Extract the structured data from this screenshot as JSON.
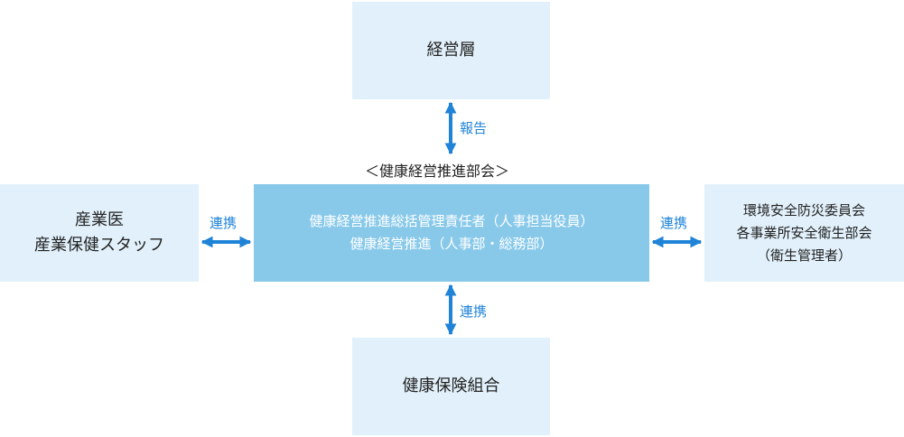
{
  "colors": {
    "light_box": "#e1f0fa",
    "center_box": "#88c9ea",
    "arrow": "#1f83d8"
  },
  "top_box": {
    "line1": "経営層"
  },
  "top_link": {
    "label": "報告"
  },
  "center_heading": {
    "text": "＜健康経営推進部会＞"
  },
  "center_box": {
    "line1": "健康経営推進総括管理責任者（人事担当役員）",
    "line2": "健康経営推進（人事部・総務部）"
  },
  "left_box": {
    "line1": "産業医",
    "line2": "産業保健スタッフ"
  },
  "left_link": {
    "label": "連携"
  },
  "right_box": {
    "line1": "環境安全防災委員会",
    "line2": "各事業所安全衛生部会",
    "line3": "（衛生管理者）"
  },
  "right_link": {
    "label": "連携"
  },
  "bottom_box": {
    "line1": "健康保険組合"
  },
  "bottom_link": {
    "label": "連携"
  }
}
